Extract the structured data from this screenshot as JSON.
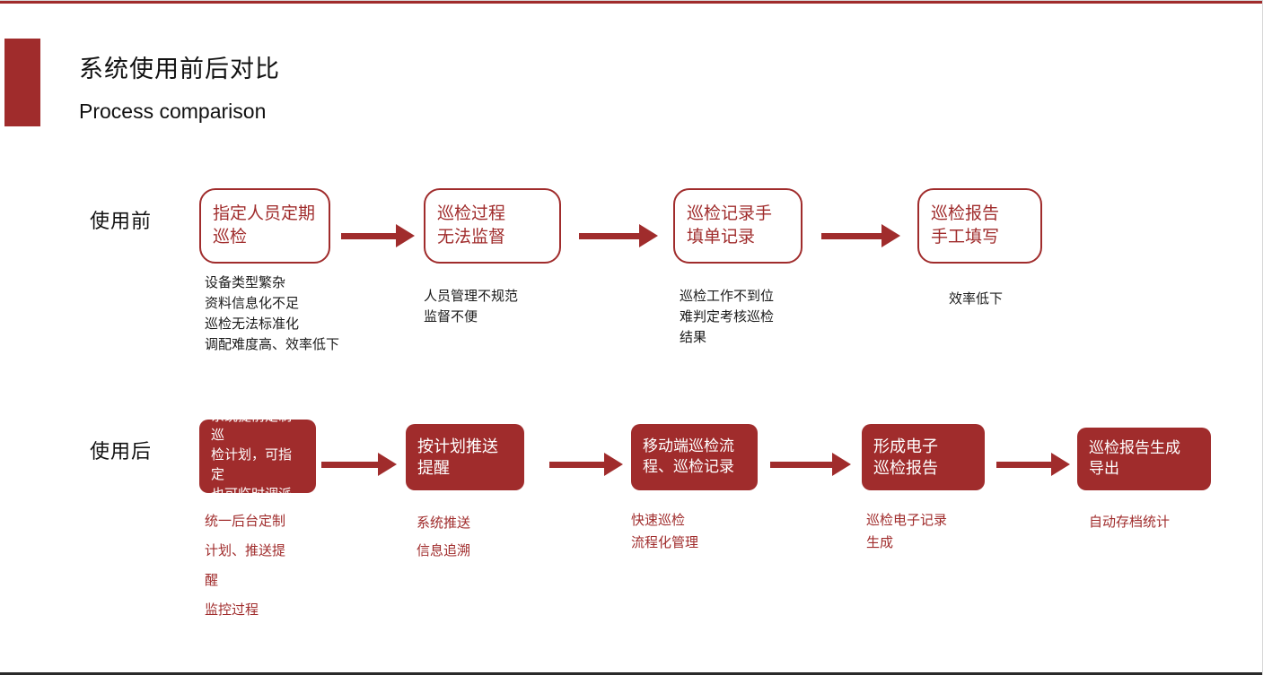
{
  "accent_color": "#A02C2C",
  "header": {
    "title": "系统使用前后对比",
    "subtitle": "Process comparison"
  },
  "before": {
    "row_label": "使用前",
    "steps": [
      {
        "box": "指定人员定期\n巡检",
        "desc": "设备类型繁杂\n资料信息化不足\n巡检无法标准化\n调配难度高、效率低下"
      },
      {
        "box": "巡检过程\n无法监督",
        "desc": "人员管理不规范\n监督不便"
      },
      {
        "box": "巡检记录手\n填单记录",
        "desc": "巡检工作不到位\n难判定考核巡检\n结果"
      },
      {
        "box": "巡检报告\n手工填写",
        "desc": "效率低下"
      }
    ]
  },
  "after": {
    "row_label": "使用后",
    "steps": [
      {
        "box": "系统提前定制巡\n检计划，可指定\n也可临时调派",
        "desc": "统一后台定制\n计划、推送提\n醒\n监控过程"
      },
      {
        "box": "按计划推送\n提醒",
        "desc": "系统推送\n信息追溯"
      },
      {
        "box": "移动端巡检流\n程、巡检记录",
        "desc": "快速巡检\n流程化管理"
      },
      {
        "box": "形成电子\n巡检报告",
        "desc": "巡检电子记录\n生成"
      },
      {
        "box": "巡检报告生成\n导出",
        "desc": "自动存档统计"
      }
    ]
  }
}
